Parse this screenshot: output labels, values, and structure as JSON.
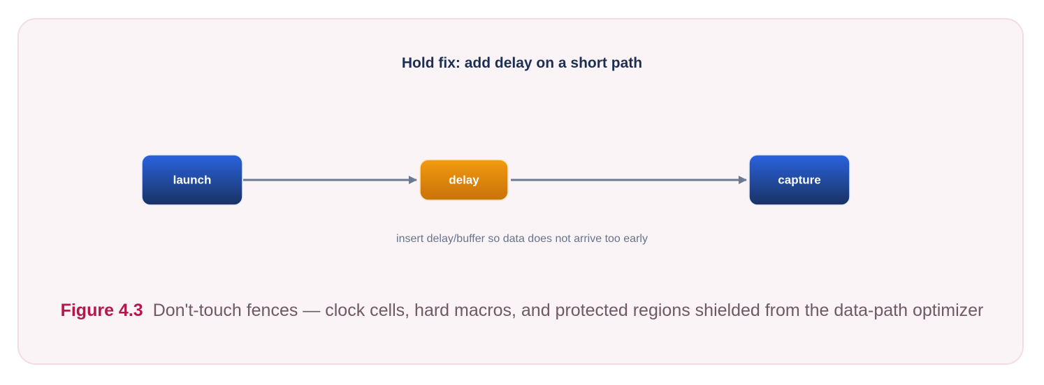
{
  "diagram": {
    "title": "Hold fix: add delay on a short path",
    "nodes": [
      {
        "id": "launch",
        "label": "launch",
        "style": "primary"
      },
      {
        "id": "delay",
        "label": "delay",
        "style": "accent"
      },
      {
        "id": "capture",
        "label": "capture",
        "style": "primary"
      }
    ],
    "edges": [
      {
        "from": "launch",
        "to": "delay"
      },
      {
        "from": "delay",
        "to": "capture"
      }
    ],
    "note": "insert delay/buffer so data does not arrive too early"
  },
  "caption": {
    "label": "Figure 4.3",
    "text": "Don't-touch fences — clock cells, hard macros, and protected regions shielded from the data-path optimizer"
  },
  "colors": {
    "panel_background": "#fbf4f7",
    "panel_border": "#f3dce4",
    "primary_node_top": "#2a63df",
    "primary_node_bottom": "#1a3263",
    "accent_node_top": "#f29a0e",
    "accent_node_bottom": "#c9720a",
    "arrow": "#6b7a92",
    "title_text": "#1c2f52",
    "figure_label": "#b5174a"
  }
}
